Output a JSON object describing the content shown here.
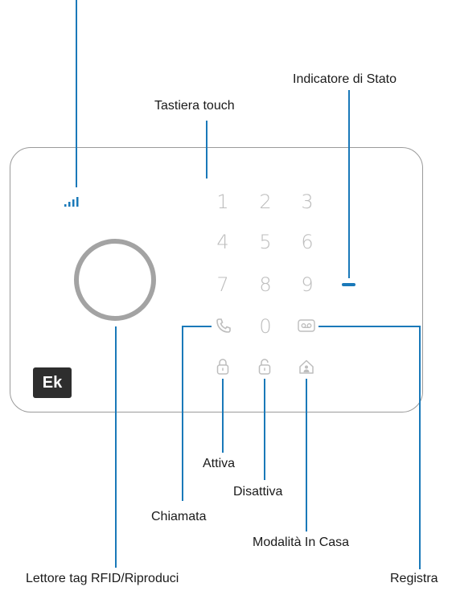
{
  "keypad": {
    "keys": [
      "1",
      "2",
      "3",
      "4",
      "5",
      "6",
      "7",
      "8",
      "9",
      "0"
    ]
  },
  "logo": {
    "text": "Ek"
  },
  "labels": {
    "touch_keyboard": "Tastiera touch",
    "status_indicator": "Indicatore di Stato",
    "arm": "Attiva",
    "disarm": "Disattiva",
    "call": "Chiamata",
    "home_mode": "Modalità In Casa",
    "rfid_reader": "Lettore tag RFID/Riproduci",
    "record": "Registra"
  },
  "colors": {
    "leader_line": "#1a79b9",
    "key_text": "#bdbdbd",
    "outline": "#9a9a9a",
    "logo_bg": "#2e2e2e"
  },
  "icons": [
    "signal-icon",
    "phone-icon",
    "voicemail-icon",
    "lock-closed-icon",
    "lock-open-icon",
    "home-user-icon"
  ]
}
